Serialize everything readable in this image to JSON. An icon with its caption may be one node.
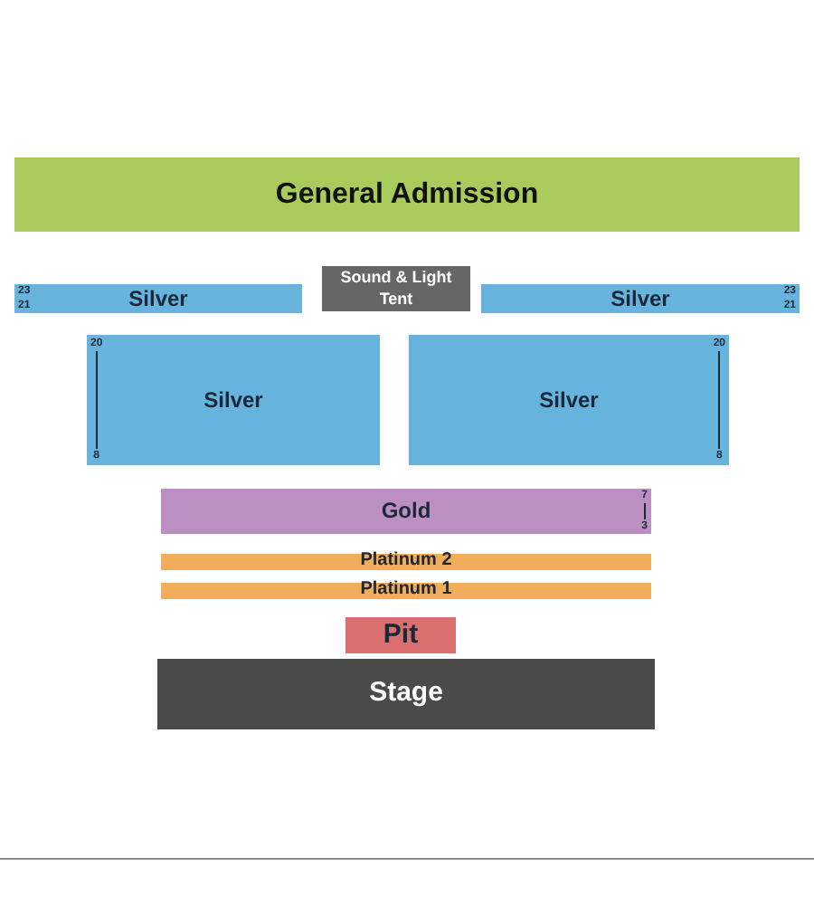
{
  "diagram": {
    "nodes": [
      {
        "text": [
          "General Admission"
        ]
      },
      {
        "text": [
          "23",
          "21",
          "Silver"
        ]
      },
      {
        "text": [
          "Sound & Light Tent"
        ]
      },
      {
        "text": [
          "Silver",
          "23",
          "21"
        ]
      },
      {
        "text": [
          "20",
          "8",
          "Silver"
        ]
      },
      {
        "text": [
          "Silver",
          "20",
          "8"
        ]
      },
      {
        "text": [
          "Gold",
          "7",
          "3"
        ]
      },
      {
        "text": [
          "Platinum 2"
        ]
      },
      {
        "text": [
          "Platinum 1"
        ]
      },
      {
        "text": [
          "Pit"
        ]
      },
      {
        "text": [
          "Stage"
        ]
      }
    ]
  }
}
